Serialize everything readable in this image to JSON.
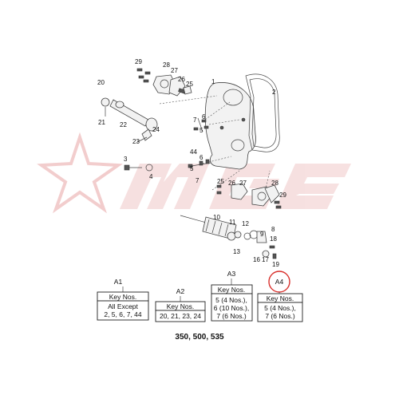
{
  "watermark": {
    "letters": "MGE",
    "accent": "#e8a4a4"
  },
  "callouts": {
    "c1": "1",
    "c2": "2",
    "c3": "3",
    "c4": "4",
    "c5": "5",
    "c6": "6",
    "c7": "7",
    "c8": "8",
    "c9": "9",
    "c10": "10",
    "c11": "11",
    "c12": "12",
    "c13": "13",
    "c16": "16",
    "c17": "17",
    "c18": "18",
    "c19": "19",
    "c20": "20",
    "c21": "21",
    "c22": "22",
    "c23": "23",
    "c24": "24",
    "c25": "25",
    "c26": "26",
    "c27": "27",
    "c28": "28",
    "c29": "29",
    "c44": "44",
    "c5b": "5",
    "c6b": "6",
    "c7b": "7",
    "c25b": "25",
    "c26b": "26",
    "c27b": "27",
    "c28b": "28",
    "c29b": "29"
  },
  "tables": [
    {
      "tag": "A1",
      "header": "Key Nos.",
      "lines": [
        "All Except",
        "2, 5, 6, 7, 44"
      ]
    },
    {
      "tag": "A2",
      "header": "Key Nos.",
      "lines": [
        "20, 21, 23, 24"
      ]
    },
    {
      "tag": "A3",
      "header": "Key Nos.",
      "lines": [
        "5 (4 Nos.),",
        "6 (10 Nos.),",
        "7 (6 Nos.)"
      ]
    },
    {
      "tag": "A4",
      "header": "Key Nos.",
      "lines": [
        "5 (4 Nos.),",
        "7 (6 Nos.)"
      ]
    }
  ],
  "footer": "350, 500, 535",
  "highlight_color": "#d9302c"
}
